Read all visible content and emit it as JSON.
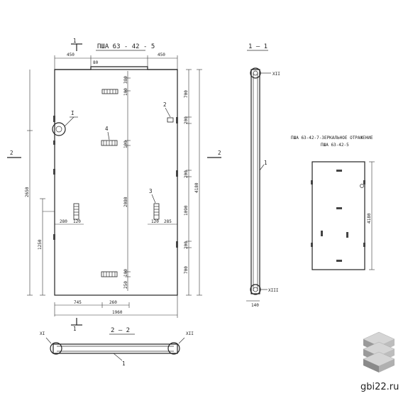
{
  "drawing": {
    "main_title": "ПША 63 - 42 - 5",
    "section_1_label": "1 — 1",
    "section_2_label": "2 — 2",
    "mirror_title_line1": "ПША 63-42-7-ЗЕРКАЛЬНОЕ ОТРАЖЕНИЕ",
    "mirror_title_line2": "ПША 63-42-5",
    "cut_mark_1": "1",
    "cut_mark_2": "2",
    "detail_I": "I",
    "detail_XI": "XI",
    "detail_XII": "XII",
    "detail_XIII": "XIII",
    "callouts": {
      "c1": "1",
      "c2": "2",
      "c3": "3",
      "c4": "4"
    },
    "dims": {
      "top_left": "450",
      "top_right": "450",
      "top_small": "80",
      "right_700": "700",
      "right_200a": "200",
      "right_4180": "4180",
      "right_200b": "200",
      "right_1090": "1090",
      "right_200c": "200",
      "right_700b": "700",
      "inner_380": "380",
      "inner_100a": "100",
      "inner_100b": "100",
      "inner_2080": "2080",
      "inner_100c": "100",
      "inner_250": "250",
      "left_2650": "2650",
      "left_1250": "1250",
      "left_280": "280",
      "left_120": "120",
      "mid_120": "120",
      "mid_285": "285",
      "bot_745": "745",
      "bot_260": "260",
      "bot_1960": "1960",
      "sec_140": "140",
      "mirror_4180": "4180"
    }
  },
  "watermark": {
    "text": "gbi22.ru"
  }
}
